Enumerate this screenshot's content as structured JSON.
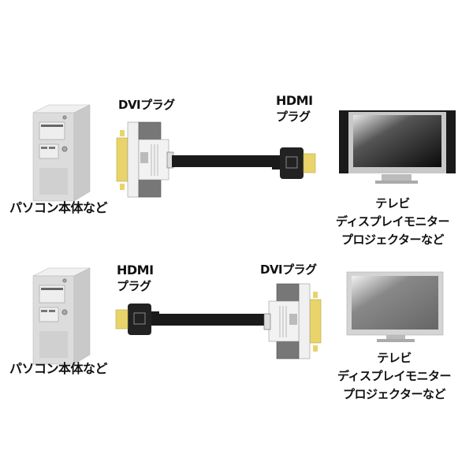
{
  "top": {
    "source_label": "パソコン本体など",
    "left_plug_label": "DVIプラグ",
    "right_plug_label_line1": "HDMI",
    "right_plug_label_line2": "プラグ",
    "target_label_line1": "テレビ",
    "target_label_line2": "ディスプレイモニター",
    "target_label_line3": "プロジェクターなど"
  },
  "bottom": {
    "source_label": "パソコン本体など",
    "left_plug_label_line1": "HDMI",
    "left_plug_label_line2": "プラグ",
    "right_plug_label": "DVIプラグ",
    "target_label_line1": "テレビ",
    "target_label_line2": "ディスプレイモニター",
    "target_label_line3": "プロジェクターなど"
  },
  "colors": {
    "gold": "#e8d46a",
    "cable": "#1a1a1a",
    "connector_silver": "#e6e6e6"
  }
}
